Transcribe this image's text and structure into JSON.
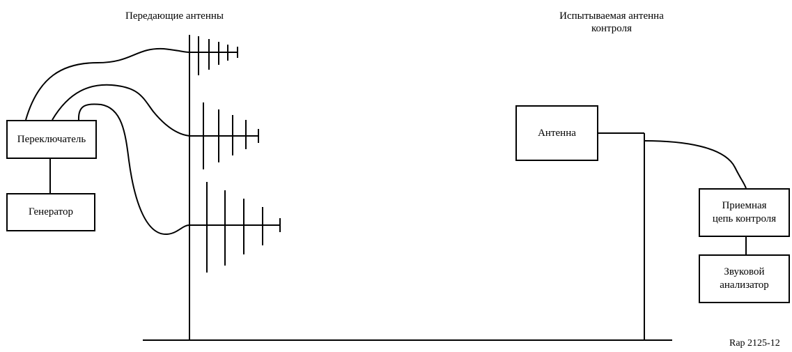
{
  "title_tx": "Передающие антенны",
  "title_rx": "Испытываемая антенна\nконтроля",
  "boxes": {
    "switch": "Переключатель",
    "generator": "Генератор",
    "antenna": "Антенна",
    "receiver": "Приемная\nцепь контроля",
    "analyzer": "Звуковой\nанализатор"
  },
  "figure_ref": "Rap 2125-12"
}
